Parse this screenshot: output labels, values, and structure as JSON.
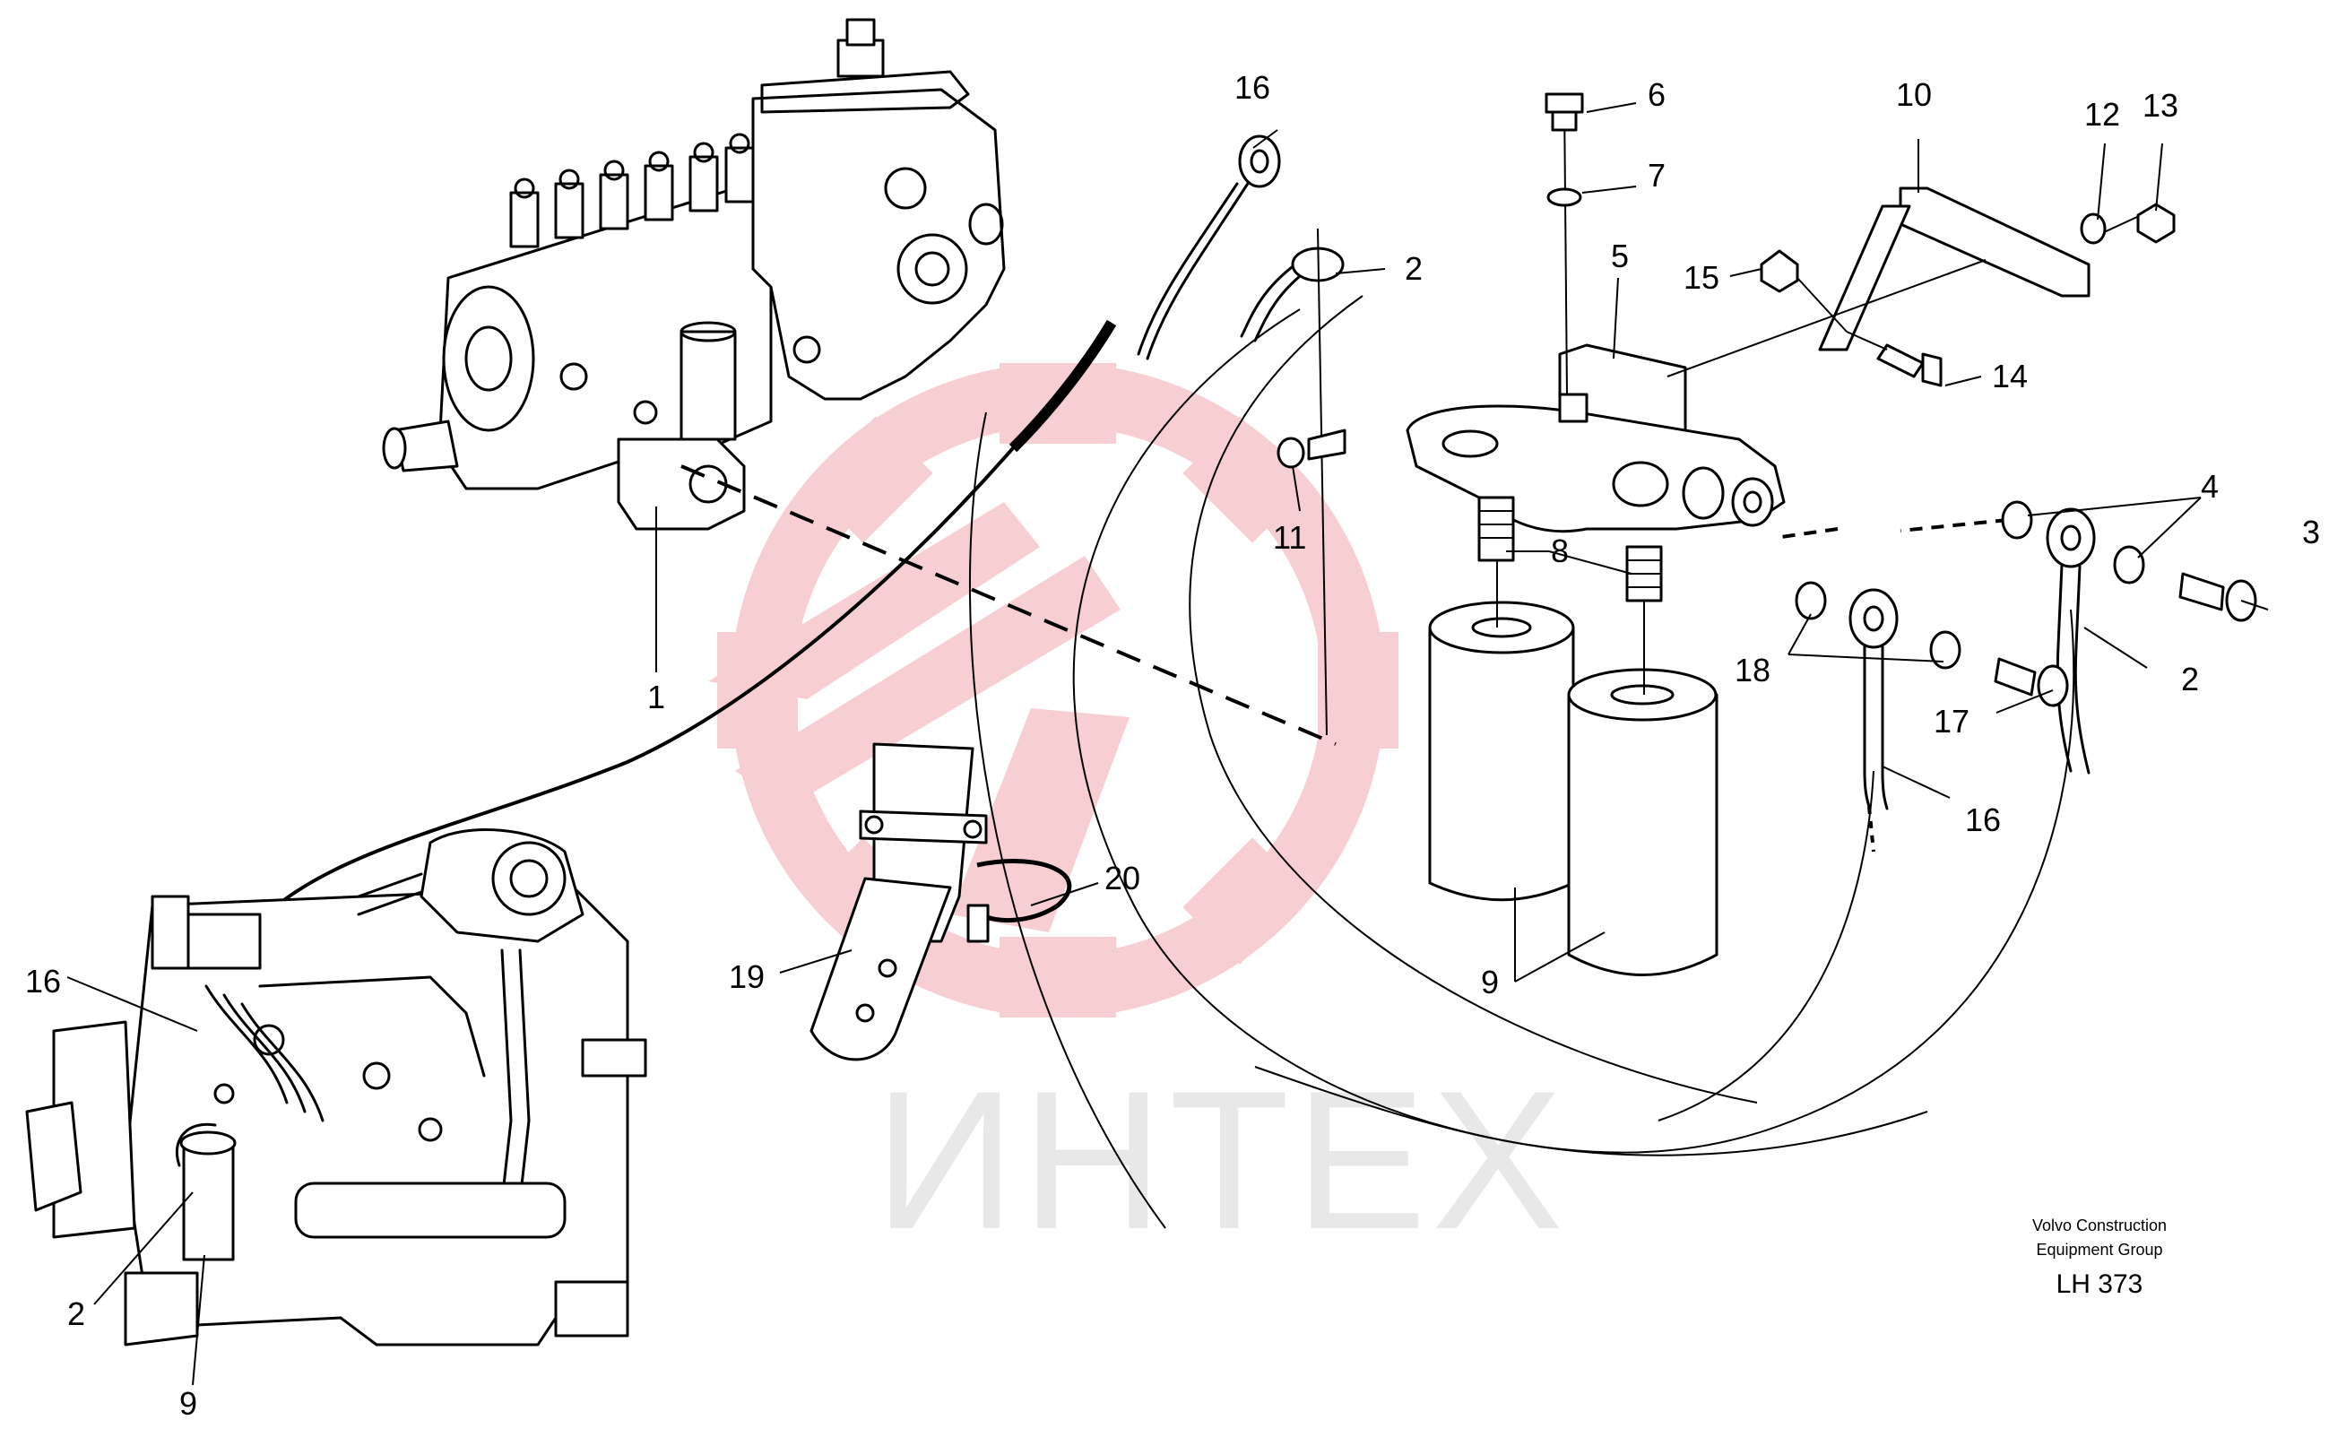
{
  "watermark": {
    "text": "ИНТЕХ",
    "colors": {
      "gear": "#f6c7cc",
      "text": "#e4e4e4"
    }
  },
  "credit": {
    "line1": "Volvo Construction",
    "line2": "Equipment Group",
    "code": "LH 373"
  },
  "callouts": {
    "c1": "1",
    "c2_top": "2",
    "c2_right": "2",
    "c2_engine": "2",
    "c3": "3",
    "c4": "4",
    "c5": "5",
    "c6": "6",
    "c7": "7",
    "c8": "8",
    "c9_filter": "9",
    "c9_engine": "9",
    "c10": "10",
    "c11": "11",
    "c12": "12",
    "c13": "13",
    "c14": "14",
    "c15": "15",
    "c16_top": "16",
    "c16_right": "16",
    "c16_engine": "16",
    "c17": "17",
    "c18": "18",
    "c19": "19",
    "c20": "20"
  }
}
